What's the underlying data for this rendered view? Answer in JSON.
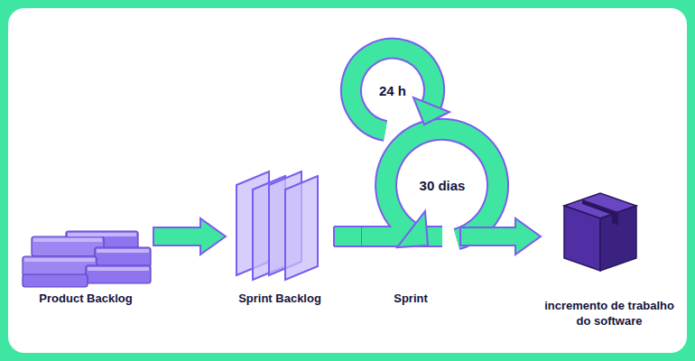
{
  "diagram": {
    "nodes": [
      {
        "text": [
          "Product Backlog"
        ]
      },
      {
        "text": [
          "Sprint Backlog"
        ]
      },
      {
        "text": [
          "Sprint"
        ]
      },
      {
        "text": [
          "incremento de trabalho do software"
        ]
      }
    ],
    "edges": [
      {
        "from": 0,
        "to": 1,
        "arrow": "to"
      },
      {
        "from": 1,
        "to": 2,
        "arrow": "none"
      },
      {
        "from": 2,
        "to": 3,
        "arrow": "to"
      }
    ],
    "labels": [
      "24 h",
      "30 dias"
    ]
  }
}
